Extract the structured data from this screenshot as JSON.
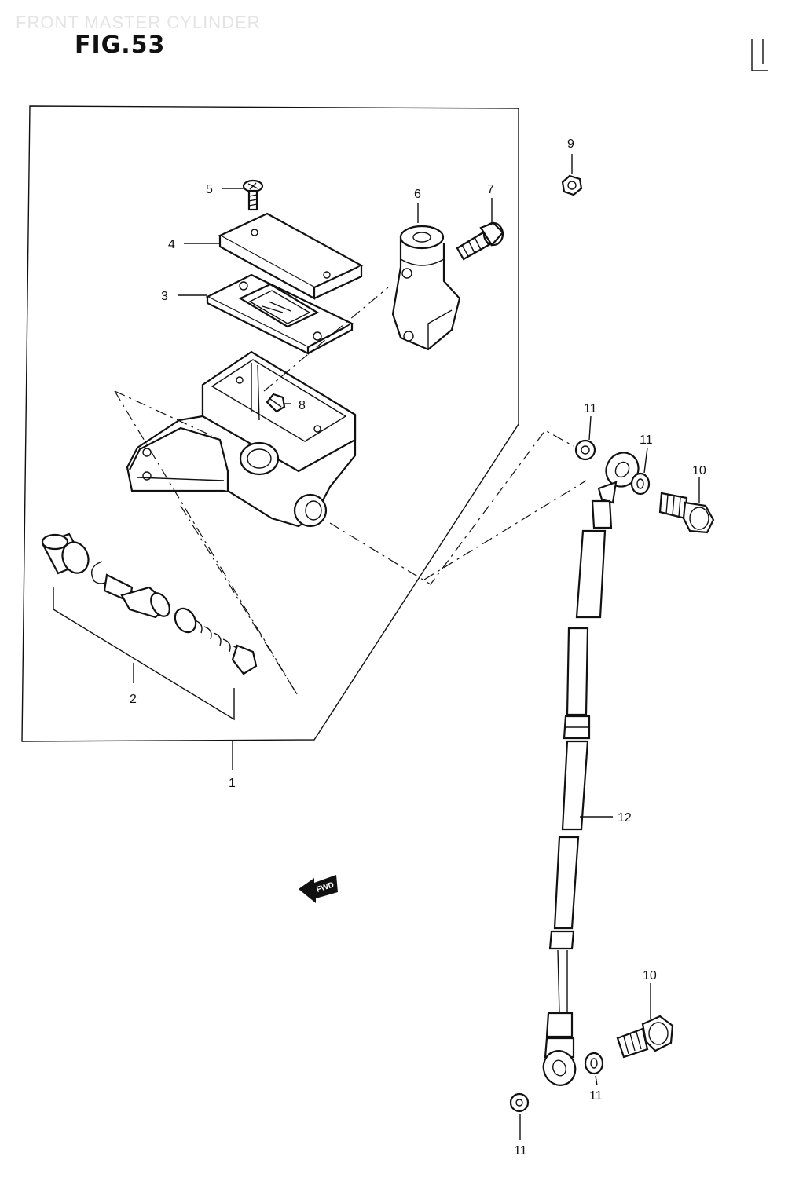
{
  "header": {
    "section_title": "FRONT MASTER CYLINDER",
    "figure_label": "FIG.53"
  },
  "fwd_arrow": {
    "label": "FWD"
  },
  "callouts": {
    "c1": "1",
    "c2": "2",
    "c3": "3",
    "c4": "4",
    "c5": "5",
    "c6": "6",
    "c7": "7",
    "c8": "8",
    "c9": "9",
    "c10a": "10",
    "c10b": "10",
    "c11a": "11",
    "c11b": "11",
    "c11c": "11",
    "c11d": "11",
    "c12": "12"
  }
}
